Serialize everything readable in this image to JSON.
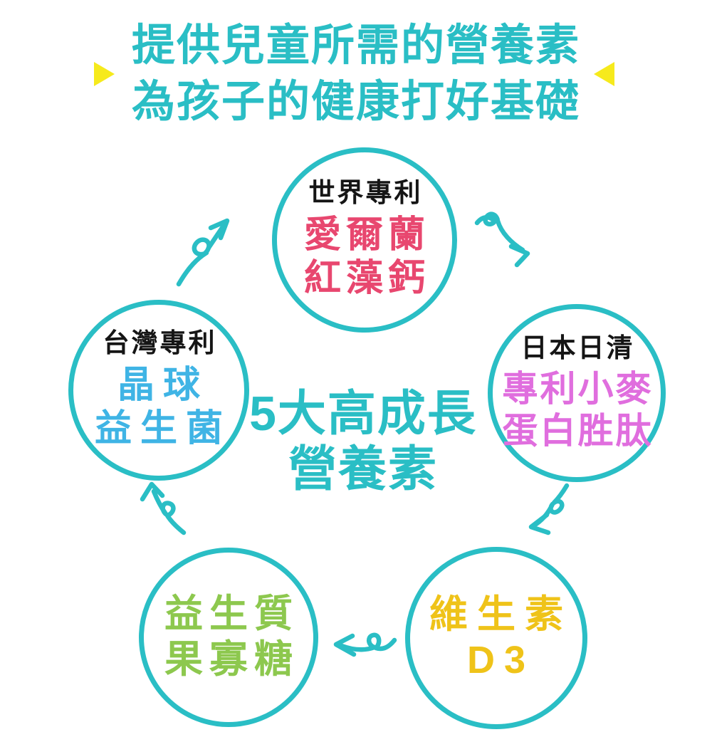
{
  "palette": {
    "teal": "#2ABEC5",
    "pink": "#E8476F",
    "magenta": "#E06EDE",
    "sky": "#3FB4E5",
    "green": "#8DC84E",
    "gold": "#EFC319",
    "triangle_yellow": "#F6EA1C",
    "black": "#151515"
  },
  "header": {
    "line1": "提供兒童所需的營養素",
    "line2": "為孩子的健康打好基礎"
  },
  "center": {
    "line1": "5大高成長",
    "line2": "營養素"
  },
  "circles": {
    "top": {
      "badge": "世界專利",
      "line1": "愛爾蘭",
      "line2": "紅藻鈣"
    },
    "right": {
      "badge": "日本日清",
      "line1": "專利小麥",
      "line2": "蛋白胜肽"
    },
    "left": {
      "badge": "台灣專利",
      "line1": "晶球",
      "line2": "益生菌"
    },
    "bottom_left": {
      "line1": "益生質",
      "line2": "果寡糖"
    },
    "bottom_right": {
      "line1": "維生素",
      "line2": "D3"
    }
  },
  "icons": {
    "left_marker": "yellow-right-pointing-triangle",
    "right_marker": "yellow-left-pointing-triangle",
    "arrows": [
      "curly-arrow-up-right",
      "curly-arrow-down-right",
      "curly-arrow-down-left",
      "curly-arrow-left",
      "curly-arrow-up"
    ]
  }
}
